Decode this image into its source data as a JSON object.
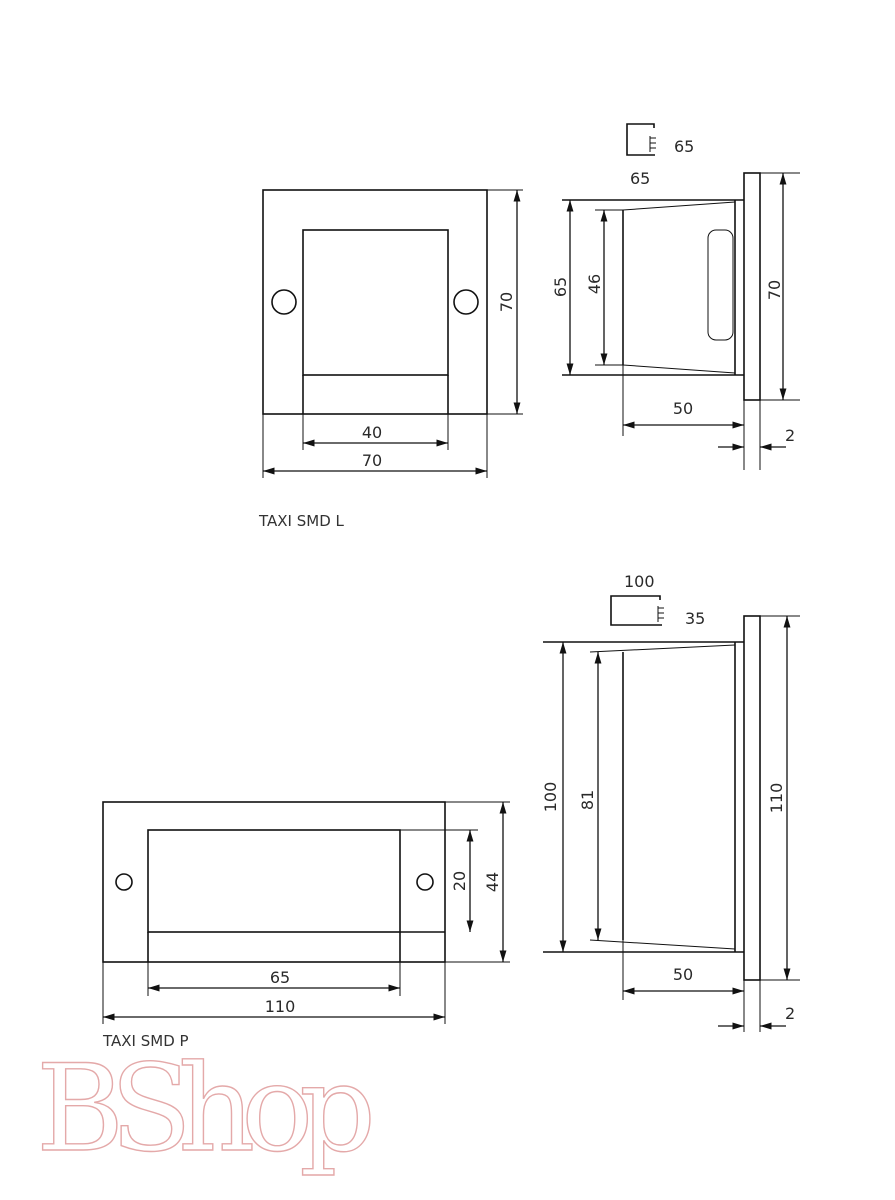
{
  "drawings": {
    "smd_l": {
      "title": "TAXI SMD L",
      "front": {
        "height": "70",
        "window_width": "40",
        "width": "70"
      },
      "side": {
        "icon_width": "65",
        "icon_height": "65",
        "body_height": "65",
        "inner_height": "46",
        "plate_height": "70",
        "depth": "50",
        "plate_thickness": "2"
      }
    },
    "smd_p": {
      "title": "TAXI SMD P",
      "front": {
        "height": "44",
        "window_height": "20",
        "window_width": "65",
        "width": "110"
      },
      "side": {
        "icon_width": "100",
        "icon_height": "35",
        "body_height": "100",
        "inner_height": "81",
        "plate_height": "110",
        "depth": "50",
        "plate_thickness": "2"
      }
    }
  },
  "watermark": "BShop"
}
